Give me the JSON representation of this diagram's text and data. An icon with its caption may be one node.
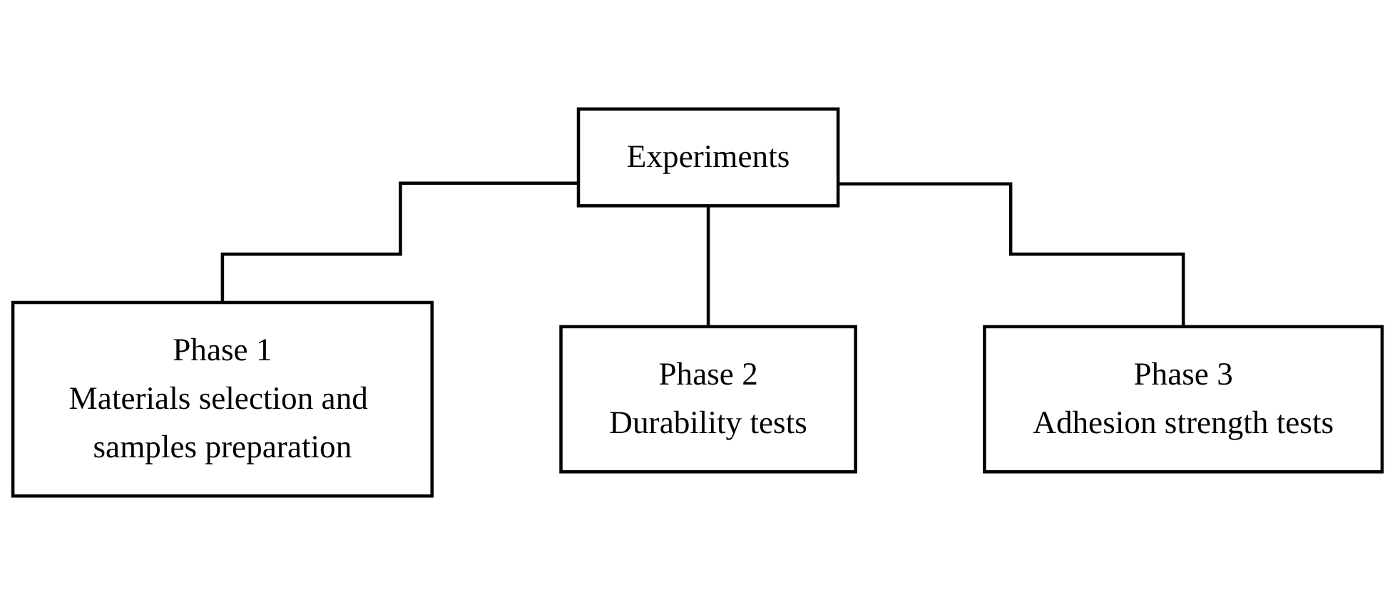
{
  "diagram": {
    "nodes": [
      {
        "text": [
          "Experiments"
        ]
      },
      {
        "text": [
          "Phase 1",
          "Materials selection and samples preparation"
        ]
      },
      {
        "text": [
          "Phase 2",
          "Durability tests"
        ]
      },
      {
        "text": [
          "Phase 3",
          "Adhesion strength tests"
        ]
      }
    ],
    "edges": [
      {
        "from": 0,
        "to": 1,
        "arrow": "none"
      },
      {
        "from": 0,
        "to": 2,
        "arrow": "none"
      },
      {
        "from": 0,
        "to": 3,
        "arrow": "none"
      }
    ]
  }
}
